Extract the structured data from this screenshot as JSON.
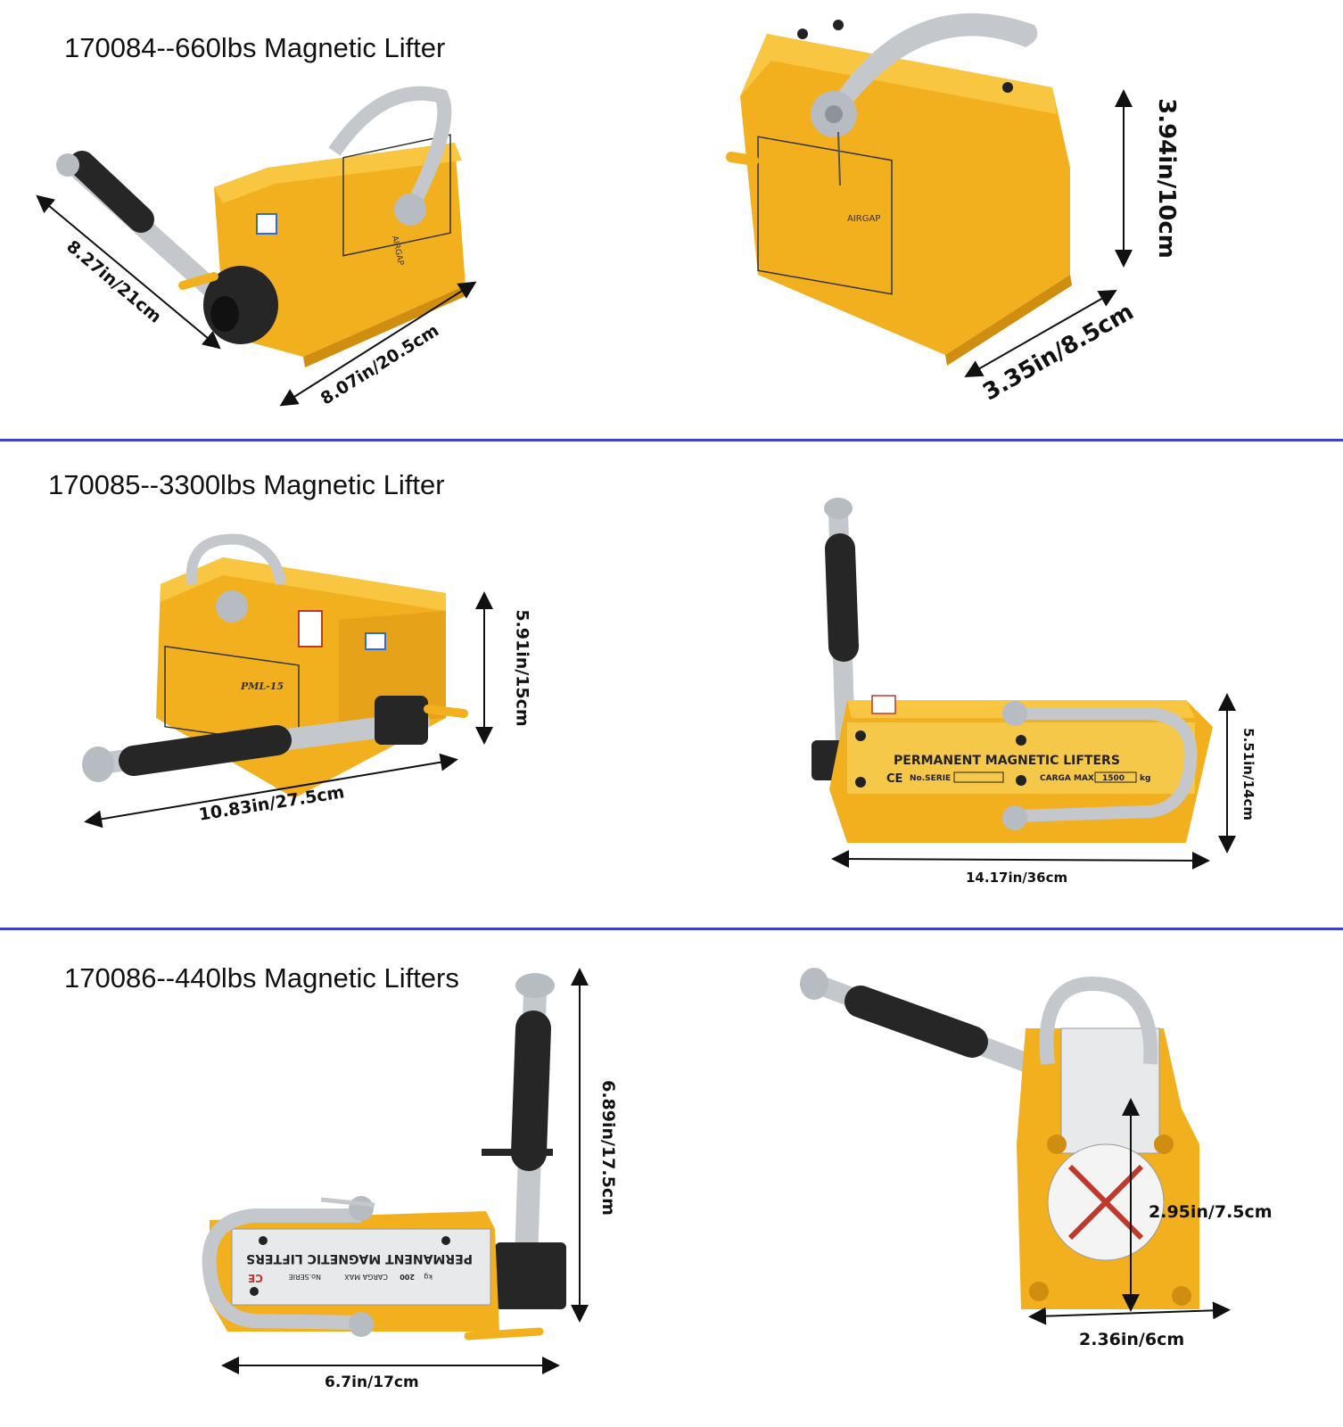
{
  "sections": [
    {
      "title": "170084--660lbs Magnetic Lifter",
      "dims": [
        "8.27in/21cm",
        "8.07in/20.5cm",
        "3.94in/10cm",
        "3.35in/8.5cm"
      ],
      "chart_labels": [
        "AIRGAP",
        "AIRGAP"
      ]
    },
    {
      "title": "170085--3300lbs Magnetic Lifter",
      "dims": [
        "5.91in/15cm",
        "10.83in/27.5cm",
        "5.51in/14cm",
        "14.17in/36cm"
      ],
      "plate": {
        "model": "PML-15",
        "heading": "PERMANENT MAGNETIC LIFTERS",
        "ce": "CE",
        "serie_label": "No.SERIE",
        "carga_label": "CARGA MAX",
        "carga_value": "1500",
        "unit": "kg"
      }
    },
    {
      "title": "170086--440lbs Magnetic Lifters",
      "dims": [
        "6.89in/17.5cm",
        "6.7in/17cm",
        "2.95in/7.5cm",
        "2.36in/6cm"
      ],
      "plate": {
        "heading": "PERMANENT MAGNETIC LIFTERS",
        "ce": "CE",
        "serie_label": "No.SERIE",
        "carga_label": "CARGA MAX",
        "carga_value": "200",
        "unit": "kg"
      }
    }
  ],
  "colors": {
    "body": "#f2b01e",
    "body_dark": "#d08e10",
    "body_light": "#f8c640",
    "steel": "#c9cdd2",
    "rubber": "#262626",
    "divider": "#3f3fd0"
  }
}
